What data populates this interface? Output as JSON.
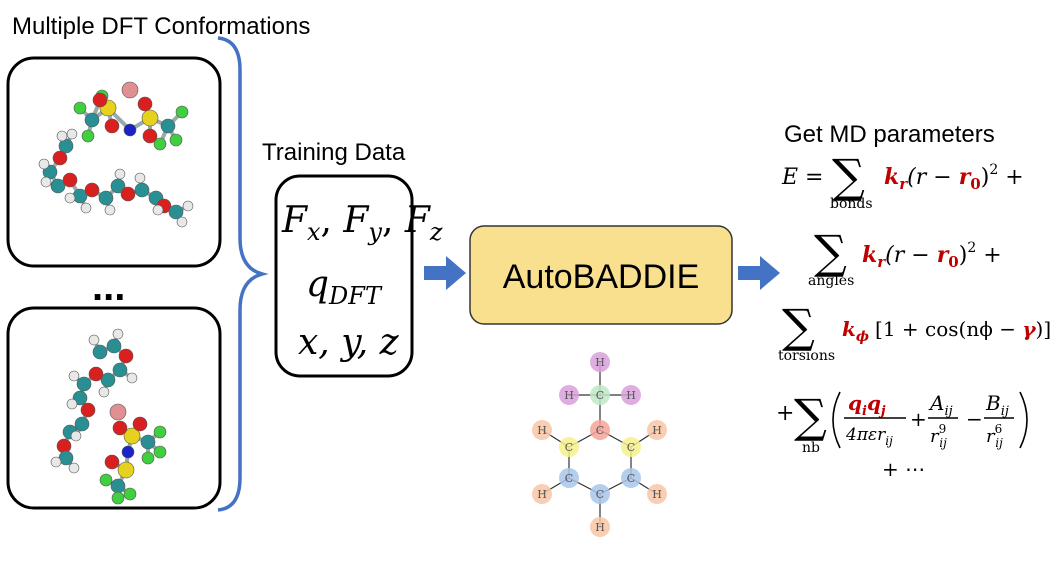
{
  "left": {
    "title": "Multiple DFT Conformations",
    "ellipsis": "..."
  },
  "training": {
    "title": "Training Data",
    "forces": "F",
    "force_x_sub": "x",
    "force_y_sub": "y",
    "force_z_sub": "z",
    "sep": ", ",
    "charge": "q",
    "charge_sub": "DFT",
    "coords": "x, y, z"
  },
  "engine": {
    "label": "AutoBADDIE",
    "fill": "#f9e08f",
    "border": "#333333"
  },
  "molecule": {
    "atom_symbols": {
      "carbon": "C",
      "hydrogen": "H"
    },
    "colors": {
      "pink": "#d9a0dc",
      "green": "#bfe8c6",
      "red": "#f4a49a",
      "yellow": "#f6f08a",
      "blue": "#a9c6ea",
      "orange": "#f8c6a4"
    }
  },
  "right": {
    "title": "Get MD parameters",
    "sum": "∑",
    "energy_lhs": "E  =",
    "bonds": "bonds",
    "angles": "angles",
    "torsions": "torsions",
    "nb": "nb",
    "k_r": "k",
    "k_r_sub": "r",
    "k_phi": "k",
    "k_phi_sub": "ϕ",
    "bond_term_a": "(r − ",
    "r0": "r",
    "r0_sub": "0",
    "bond_term_b": ")",
    "squared": "2",
    "plus": " +",
    "torsion_term_a": "[1 + cos(nϕ − ",
    "gamma": "γ",
    "torsion_term_b": ")]",
    "nb_plus": "+",
    "qi": "q",
    "qi_sub": "i",
    "qj": "q",
    "qj_sub": "j",
    "coulomb_den": "4πεr",
    "ij": "ij",
    "A": "A",
    "B": "B",
    "p9": "9",
    "p6": "6",
    "r": "r",
    "frac_plus": "+",
    "frac_minus": "−",
    "trailing": "+ ⋯",
    "accent": "#c00000"
  },
  "colors": {
    "brace": "#4472c4",
    "arrow": "#4472c4"
  }
}
